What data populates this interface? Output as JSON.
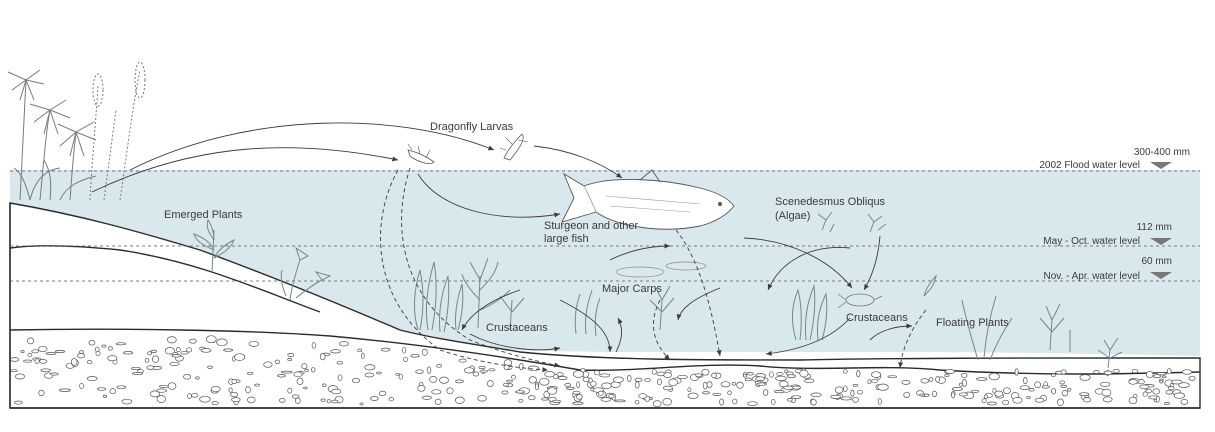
{
  "labels": {
    "dragonfly": "Dragonfly Larvas",
    "emerged": "Emerged Plants",
    "sturgeon_1": "Sturgeon and other",
    "sturgeon_2": "large fish",
    "scenedesmus_1": "Scenedesmus Obliqus",
    "scenedesmus_2": "(Algae)",
    "major_carps": "Major Carps",
    "crustaceans_left": "Crustaceans",
    "crustaceans_right": "Crustaceans",
    "floating": "Floating Plants"
  },
  "water_levels": [
    {
      "amount": "300-400 mm",
      "name": "2002 Flood water level"
    },
    {
      "amount": "112 mm",
      "name": "May - Oct. water level"
    },
    {
      "amount": "60 mm",
      "name": "Nov. - Apr. water level"
    }
  ],
  "colors": {
    "water": "#d9e8ec",
    "ink": "#3a3a3a",
    "plant": "#6f8a8e"
  }
}
